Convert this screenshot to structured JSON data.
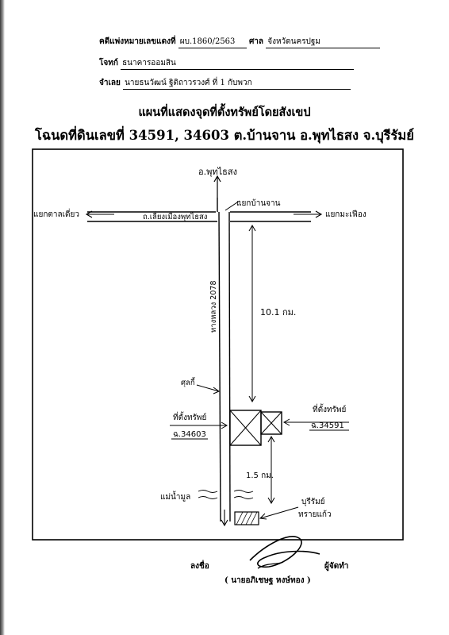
{
  "header": {
    "case_label": "คดีแพ่งหมายเลขแดงที่",
    "case_number": "ผบ.1860/2563",
    "court_label": "ศาล",
    "court_name": "จังหวัดนครปฐม",
    "plaintiff_label": "โจทก์",
    "plaintiff": "ธนาคารออมสิน",
    "defendant_label": "จำเลย",
    "defendant": "นายธนวัฒน์ ฐิติถาวรวงศ์ ที่ 1 กับพวก"
  },
  "title": {
    "line1": "แผนที่แสดงจุดที่ตั้งทรัพย์โดยสังเขป",
    "line2": "โฉนดที่ดินเลขที่ 34591, 34603 ต.บ้านจาน อ.พุทไธสง จ.บุรีรัมย์"
  },
  "map": {
    "top_label": "อ.พุทไธสง",
    "junction_label": "แยกบ้านจาน",
    "left_label": "แยกตาลเดี่ยว",
    "right_label": "แยกมะเฟือง",
    "main_road_label": "ถ.เลี่ยงเมืองพุทไธสง",
    "vertical_road_label": "ทางหลวง 2078",
    "distance_upper": "10.1 กม.",
    "landmark_label": "ศุลกี้",
    "plot_left_title": "ที่ตั้งทรัพย์",
    "plot_left_deed": "ฉ.34603",
    "plot_right_title": "ที่ตั้งทรัพย์",
    "plot_right_deed": "ฉ.34591",
    "distance_lower": "1.5 กม.",
    "river_label": "แม่น้ำมูล",
    "bottom_label_1": "บุรีรัมย์",
    "bottom_label_2": "ทรายแก้ว"
  },
  "signature": {
    "sign_label": "ลงชื่อ",
    "role": "ผู้จัดทำ",
    "name": "( นายอภิเชษฐ หงษ์ทอง )"
  }
}
